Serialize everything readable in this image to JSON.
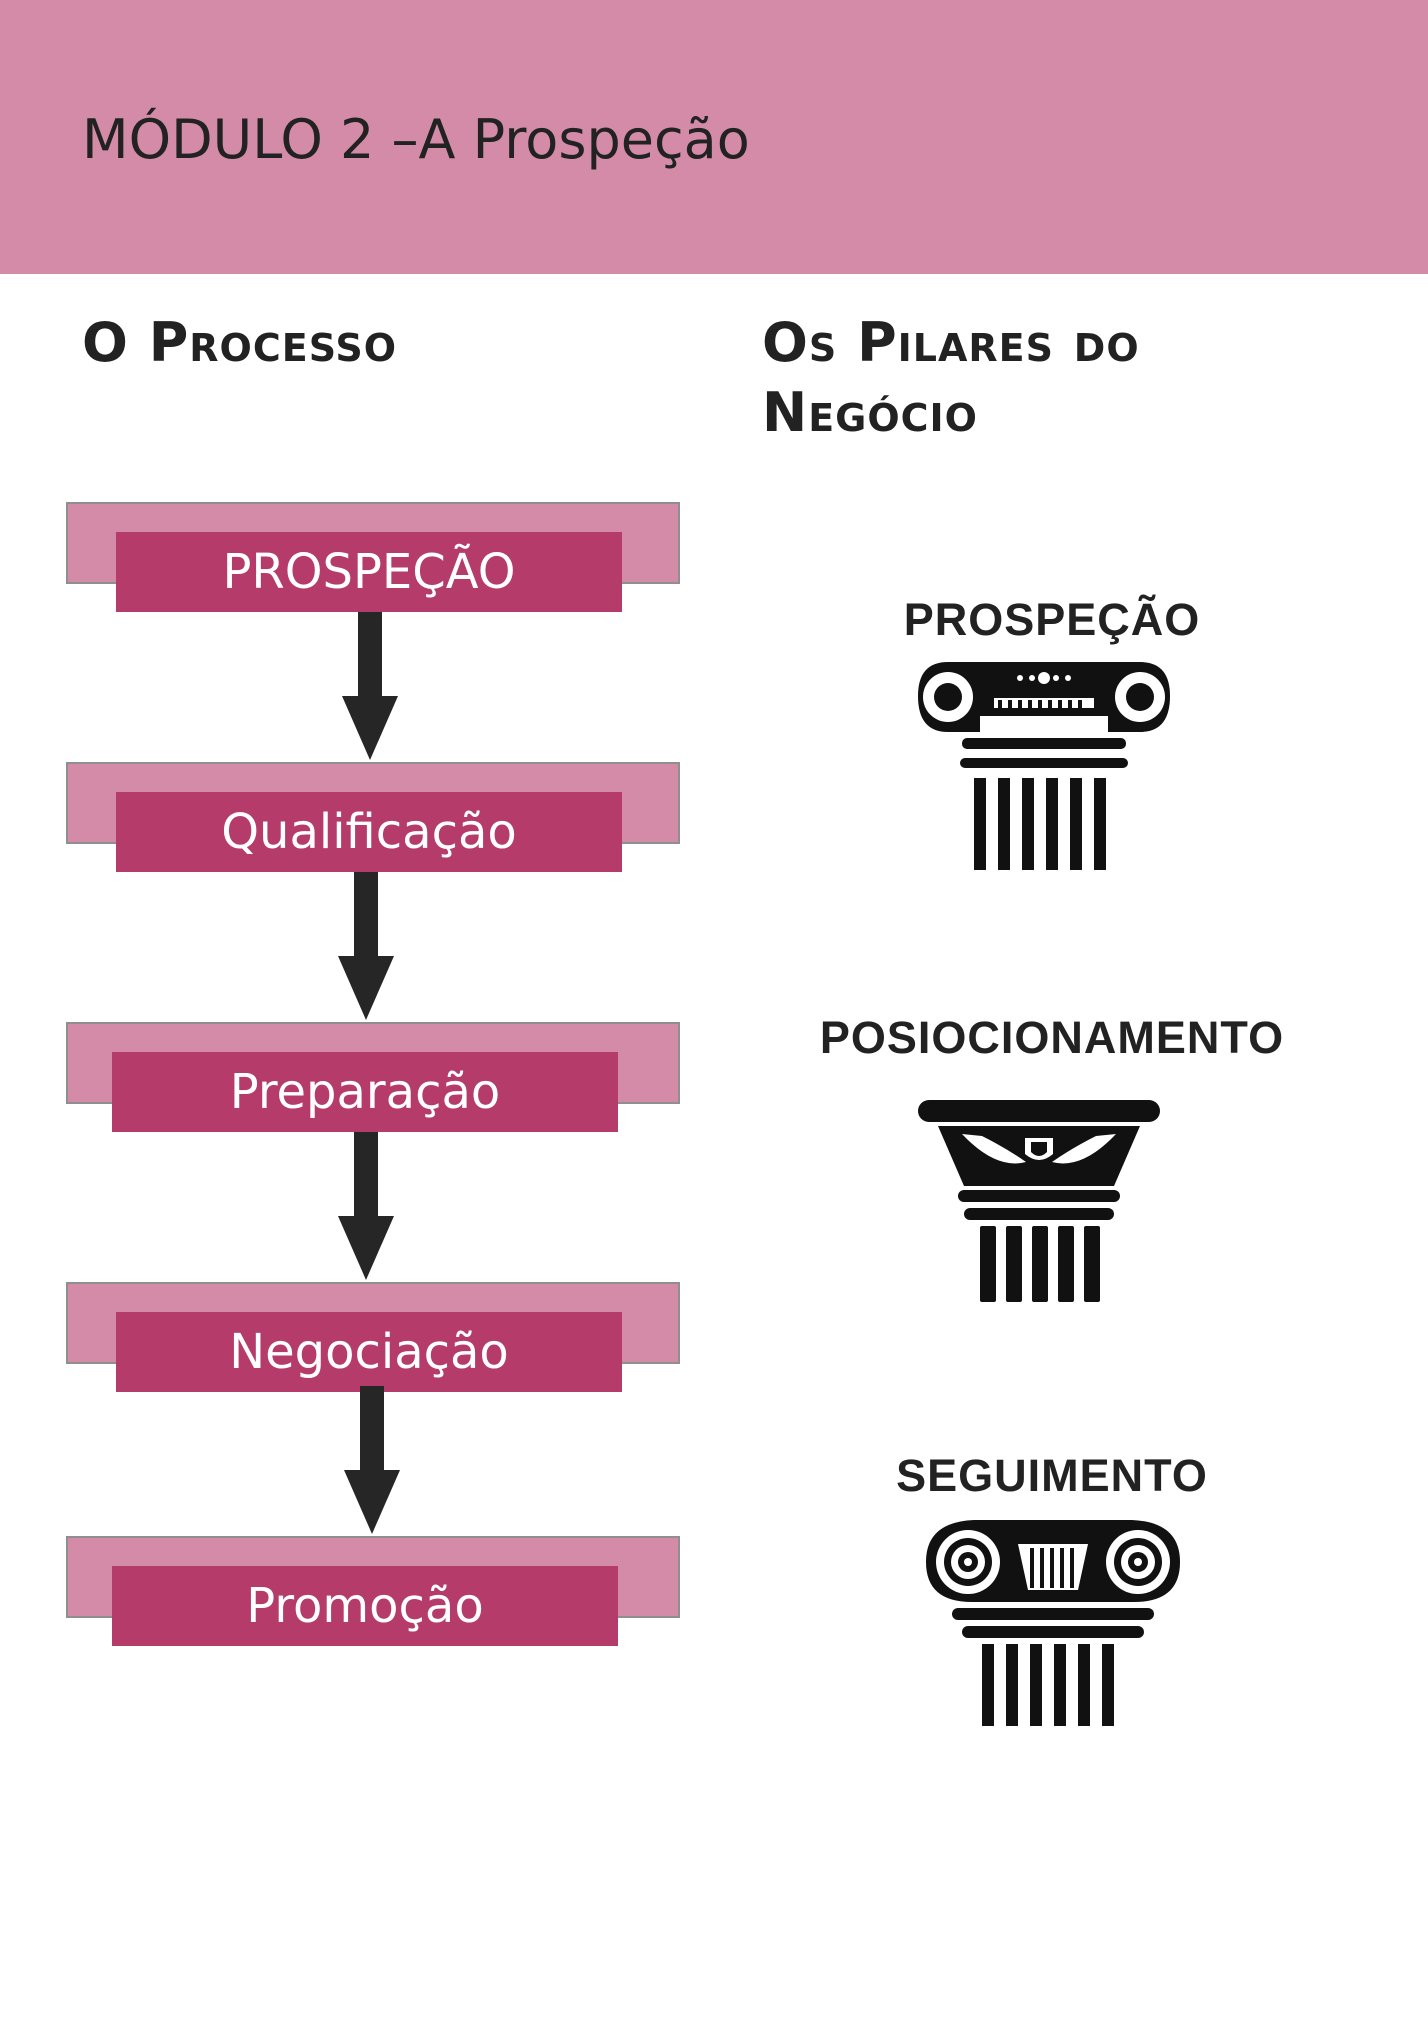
{
  "header": {
    "title": "MÓDULO 2 –A Prospeção"
  },
  "process": {
    "title": "O Processo",
    "steps": [
      {
        "label": "PROSPEÇÃO"
      },
      {
        "label": "Qualificação"
      },
      {
        "label": "Preparação"
      },
      {
        "label": "Negociação"
      },
      {
        "label": "Promoção"
      }
    ]
  },
  "pillars": {
    "title": "Os Pilares do Negócio",
    "items": [
      {
        "label": "PROSPEÇÃO",
        "icon": "ionic-column-icon"
      },
      {
        "label": "POSIOCIONAMENTO",
        "icon": "corinthian-column-icon"
      },
      {
        "label": "SEGUIMENTO",
        "icon": "scroll-column-icon"
      }
    ]
  },
  "colors": {
    "header_bg": "#d48ba8",
    "step_front": "#b53b6b",
    "step_back": "#d48ba8",
    "arrow": "#262626"
  }
}
